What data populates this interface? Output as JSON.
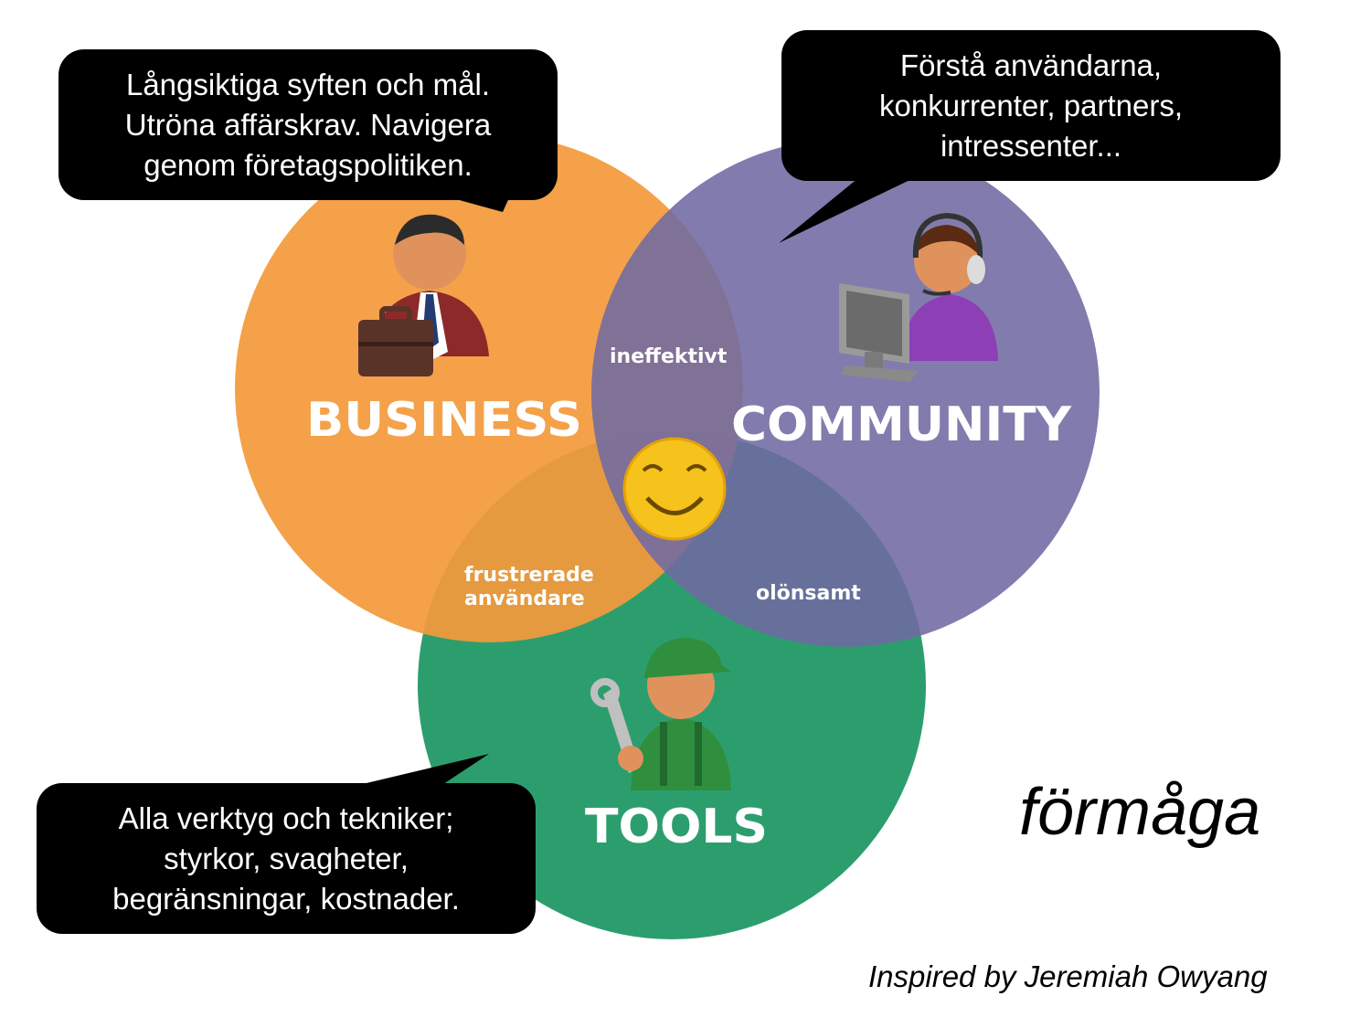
{
  "bubbles": {
    "business": "Långsiktiga syften och mål. Utröna affärskrav. Navigera genom företagspolitiken.",
    "community": "Förstå användarna, konkurrenter, partners, intressenter...",
    "tools": "Alla verktyg och tekniker; styrkor, svagheter, begränsningar, kostnader."
  },
  "circles": {
    "business": {
      "label": "BUSINESS",
      "color": "#f39a3c"
    },
    "community": {
      "label": "COMMUNITY",
      "color": "#6f6aa2"
    },
    "tools": {
      "label": "TOOLS",
      "color": "#239a68"
    }
  },
  "overlaps": {
    "business_community": "ineffektivt",
    "business_tools_line1": "frustrerade",
    "business_tools_line2": "användare",
    "community_tools": "olönsamt"
  },
  "icons": {
    "business": "businessman-icon",
    "community": "support-agent-icon",
    "tools": "mechanic-icon",
    "center": "smiley-icon"
  },
  "capability": "förmåga",
  "credit": "Inspired by Jeremiah Owyang"
}
